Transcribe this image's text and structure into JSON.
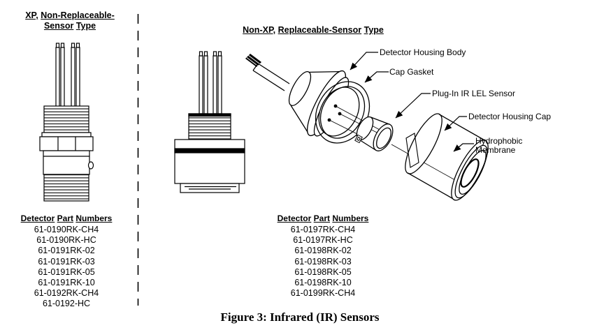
{
  "left_panel": {
    "heading_line1": "XP, Non-Replaceable-",
    "heading_line2": "Sensor Type",
    "part_numbers_heading": "Detector Part Numbers",
    "part_numbers": [
      "61-0190RK-CH4",
      "61-0190RK-HC",
      "61-0191RK-02",
      "61-0191RK-03",
      "61-0191RK-05",
      "61-0191RK-10",
      "61-0192RK-CH4",
      "61-0192-HC"
    ]
  },
  "right_panel": {
    "heading": "Non-XP, Replaceable-Sensor Type",
    "labels": {
      "housing_body": "Detector Housing Body",
      "cap_gasket": "Cap Gasket",
      "sensor": "Plug-In IR LEL Sensor",
      "housing_cap": "Detector Housing Cap",
      "membrane_line1": "Hydrophobic",
      "membrane_line2": "Membrane"
    },
    "part_numbers_heading": "Detector Part Numbers",
    "part_numbers": [
      "61-0197RK-CH4",
      "61-0197RK-HC",
      "61-0198RK-02",
      "61-0198RK-03",
      "61-0198RK-05",
      "61-0198RK-10",
      "61-0199RK-CH4"
    ]
  },
  "caption": "Figure 3: Infrared (IR) Sensors",
  "colors": {
    "ink": "#000000",
    "background": "#ffffff"
  }
}
